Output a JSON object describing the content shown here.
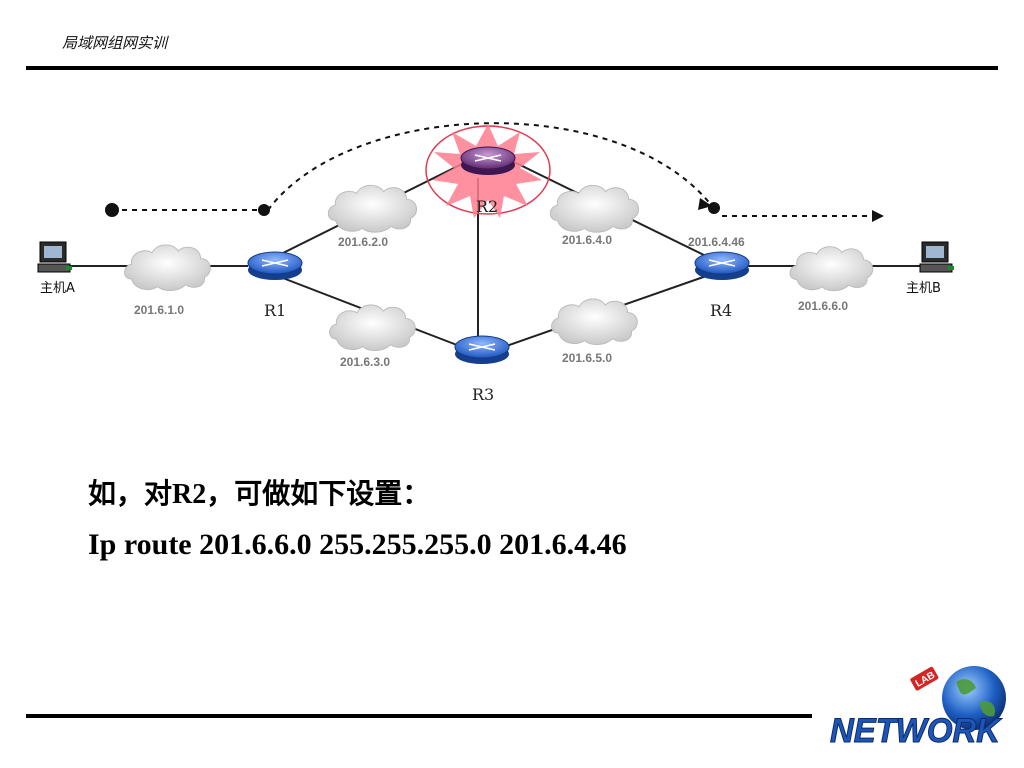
{
  "header": {
    "title": "局域网组网实训"
  },
  "diagram": {
    "routers": {
      "r1": "R1",
      "r2": "R2",
      "r3": "R3",
      "r4": "R4"
    },
    "hosts": {
      "host_a": "主机A",
      "host_b": "主机B"
    },
    "networks": {
      "n1": "201.6.1.0",
      "n2": "201.6.2.0",
      "n3": "201.6.3.0",
      "n4": "201.6.4.0",
      "n5": "201.6.5.0",
      "n6": "201.6.6.0",
      "next_hop": "201.6.4.46"
    },
    "highlight_color": "#ff5577",
    "router_color": "#2f6fd8",
    "highlight_router_color": "#7a3a8a"
  },
  "caption": {
    "line1": "如，对R2，可做如下设置：",
    "line2": "Ip route 201.6.6.0 255.255.255.0 201.6.4.46"
  },
  "logo": {
    "text": "NETWORK",
    "badge": "LAB"
  }
}
